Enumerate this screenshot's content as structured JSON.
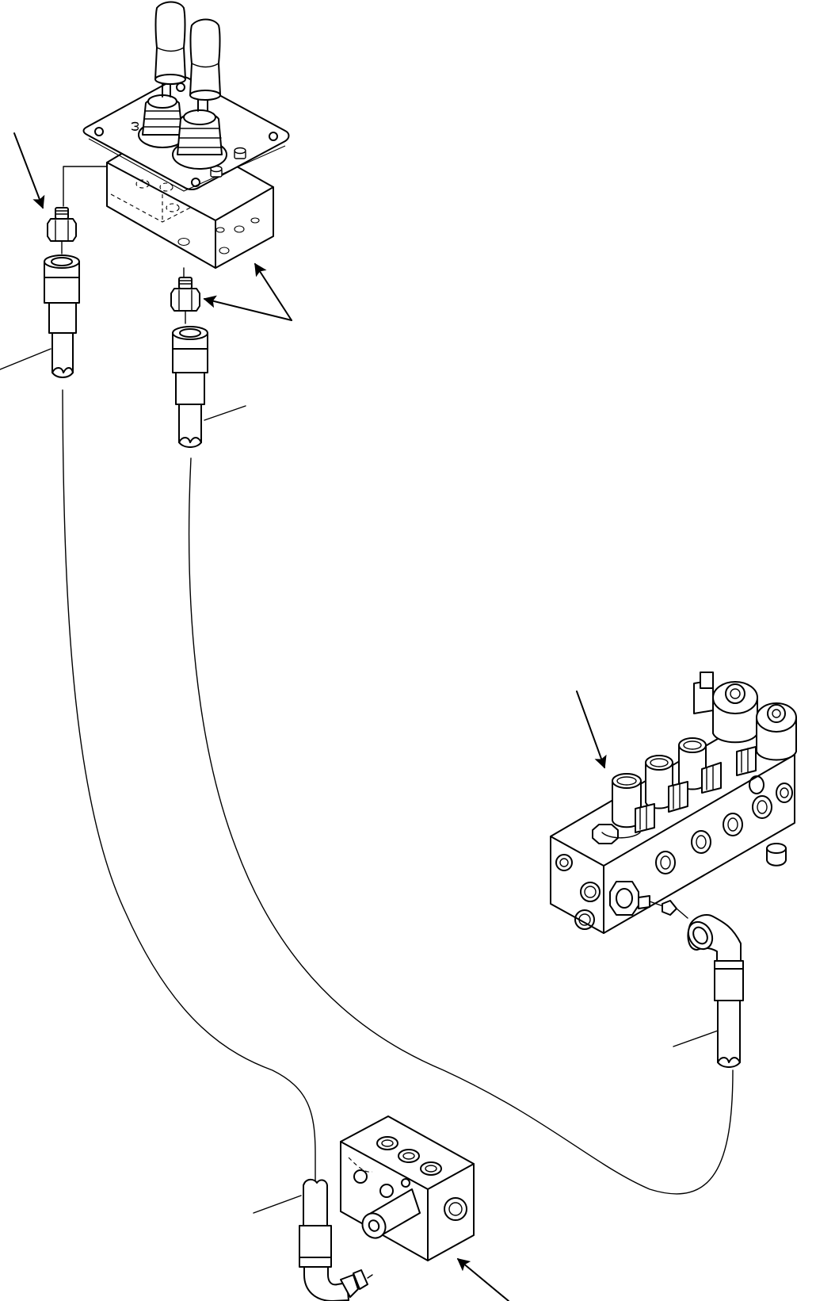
{
  "diagram": {
    "components": [
      {
        "id": "ppc-valve",
        "icon": "joystick-valve-icon"
      },
      {
        "id": "solenoid-valve",
        "icon": "solenoid-valve-block-icon"
      },
      {
        "id": "junction-block",
        "icon": "junction-block-icon"
      },
      {
        "id": "hose-1",
        "icon": "hose-icon"
      },
      {
        "id": "hose-2",
        "icon": "hose-icon"
      },
      {
        "id": "hose-3",
        "icon": "hose-icon"
      },
      {
        "id": "fitting-1",
        "icon": "nipple-fitting-icon"
      },
      {
        "id": "fitting-2",
        "icon": "nipple-fitting-icon"
      }
    ],
    "line_color": "#000000",
    "background": "#ffffff"
  }
}
